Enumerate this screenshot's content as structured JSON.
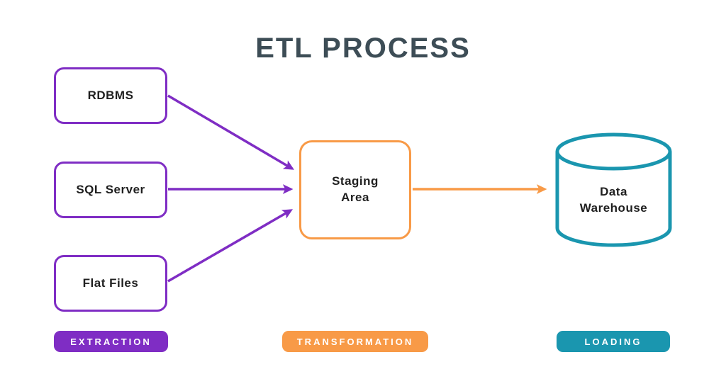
{
  "title": "ETL PROCESS",
  "colors": {
    "purple": "#7f2dc4",
    "orange": "#f89a47",
    "teal": "#1a96af",
    "title_text": "#3d4d56",
    "node_text": "#1f1f1f"
  },
  "nodes": {
    "rdbms": {
      "label": "RDBMS"
    },
    "sql_server": {
      "label": "SQL Server"
    },
    "flat_files": {
      "label": "Flat Files"
    },
    "staging": {
      "label": "Staging\nArea"
    },
    "warehouse": {
      "label": "Data\nWarehouse"
    }
  },
  "stages": {
    "extraction": {
      "label": "EXTRACTION"
    },
    "transformation": {
      "label": "TRANSFORMATION"
    },
    "loading": {
      "label": "LOADING"
    }
  }
}
